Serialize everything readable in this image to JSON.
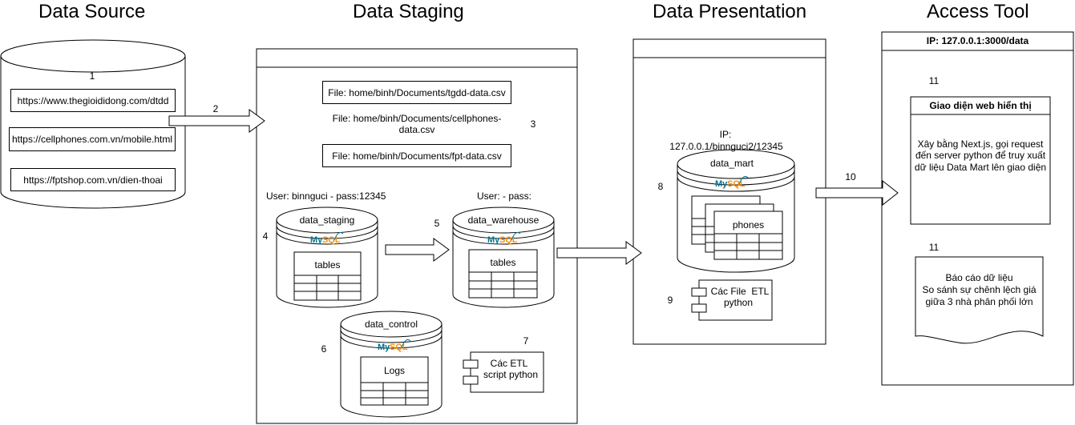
{
  "titles": {
    "source": "Data Source",
    "staging": "Data Staging",
    "presentation": "Data Presentation",
    "access": "Access Tool"
  },
  "source": {
    "step": "1",
    "urls": [
      "https://www.thegioididong.com/dtdd",
      "https://cellphones.com.vn/mobile.html",
      "https://fptshop.com.vn/dien-thoai"
    ]
  },
  "arrow_labels": {
    "a2": "2",
    "a5": "5",
    "a10": "10"
  },
  "staging": {
    "files": [
      "File: home/binh/Documents/tgdd-data.csv",
      "File: home/binh/Documents/cellphones-data.csv",
      "File: home/binh/Documents/fpt-data.csv"
    ],
    "files_step": "3",
    "user_left": "User: binnguci - pass:12345",
    "user_right": "User:  - pass:",
    "db_staging": {
      "step": "4",
      "name": "data_staging",
      "table": "tables"
    },
    "db_warehouse": {
      "name": "data_warehouse",
      "table": "tables"
    },
    "db_control": {
      "step": "6",
      "name": "data_control",
      "table": "Logs"
    },
    "etl": {
      "step": "7",
      "line1": "Các ETL",
      "line2": "script python"
    }
  },
  "mysql_logo": {
    "my": "My",
    "sql": "SQL"
  },
  "presentation": {
    "ip_line1": "IP:",
    "ip_line2": "127.0.0.1/binnguci2/12345",
    "db_mart": {
      "step": "8",
      "name": "data_mart",
      "table": "phones"
    },
    "etl": {
      "step": "9",
      "line1": "Các File  ETL",
      "line2": "python"
    }
  },
  "access": {
    "header": "IP: 127.0.0.1:3000/data",
    "web": {
      "step": "11",
      "title": "Giao diện web hiển thị",
      "line1": "Xây bằng Next.js, gọi request",
      "line2": "đến server python để truy xuất",
      "line3": "dữ liệu Data Mart lên giao diện"
    },
    "report": {
      "step": "11",
      "line1": "Báo cáo dữ liệu",
      "line2": "So sánh sự chênh lệch giá",
      "line3": "giữa 3 nhà phân phối lớn"
    }
  },
  "colors": {
    "mysql_blue": "#00758f",
    "mysql_orange": "#f29111",
    "line": "#000000"
  }
}
